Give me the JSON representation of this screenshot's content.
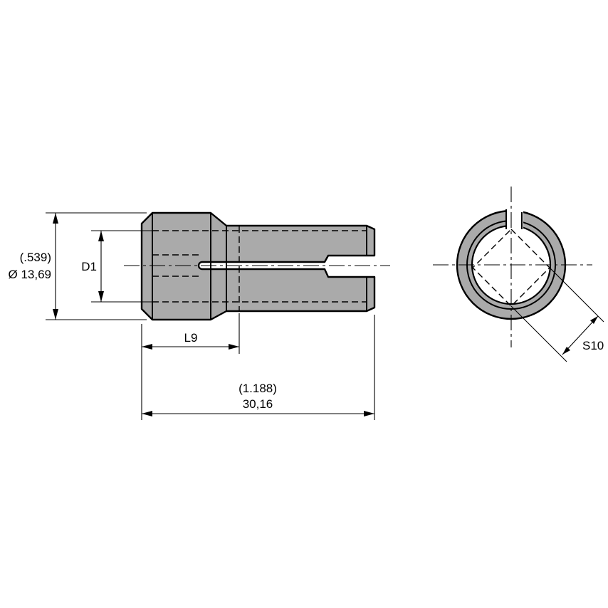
{
  "drawing": {
    "side_view": {
      "diameter_inch": "(.539)",
      "diameter_mm": "Ø 13,69",
      "inner_diameter": "D1",
      "head_length": "L9",
      "total_length_inch": "(1.188)",
      "total_length_mm": "30,16"
    },
    "end_view": {
      "square_size": "S10"
    },
    "colors": {
      "body": "#aaaaaa",
      "line": "#000000",
      "background": "#ffffff"
    }
  }
}
